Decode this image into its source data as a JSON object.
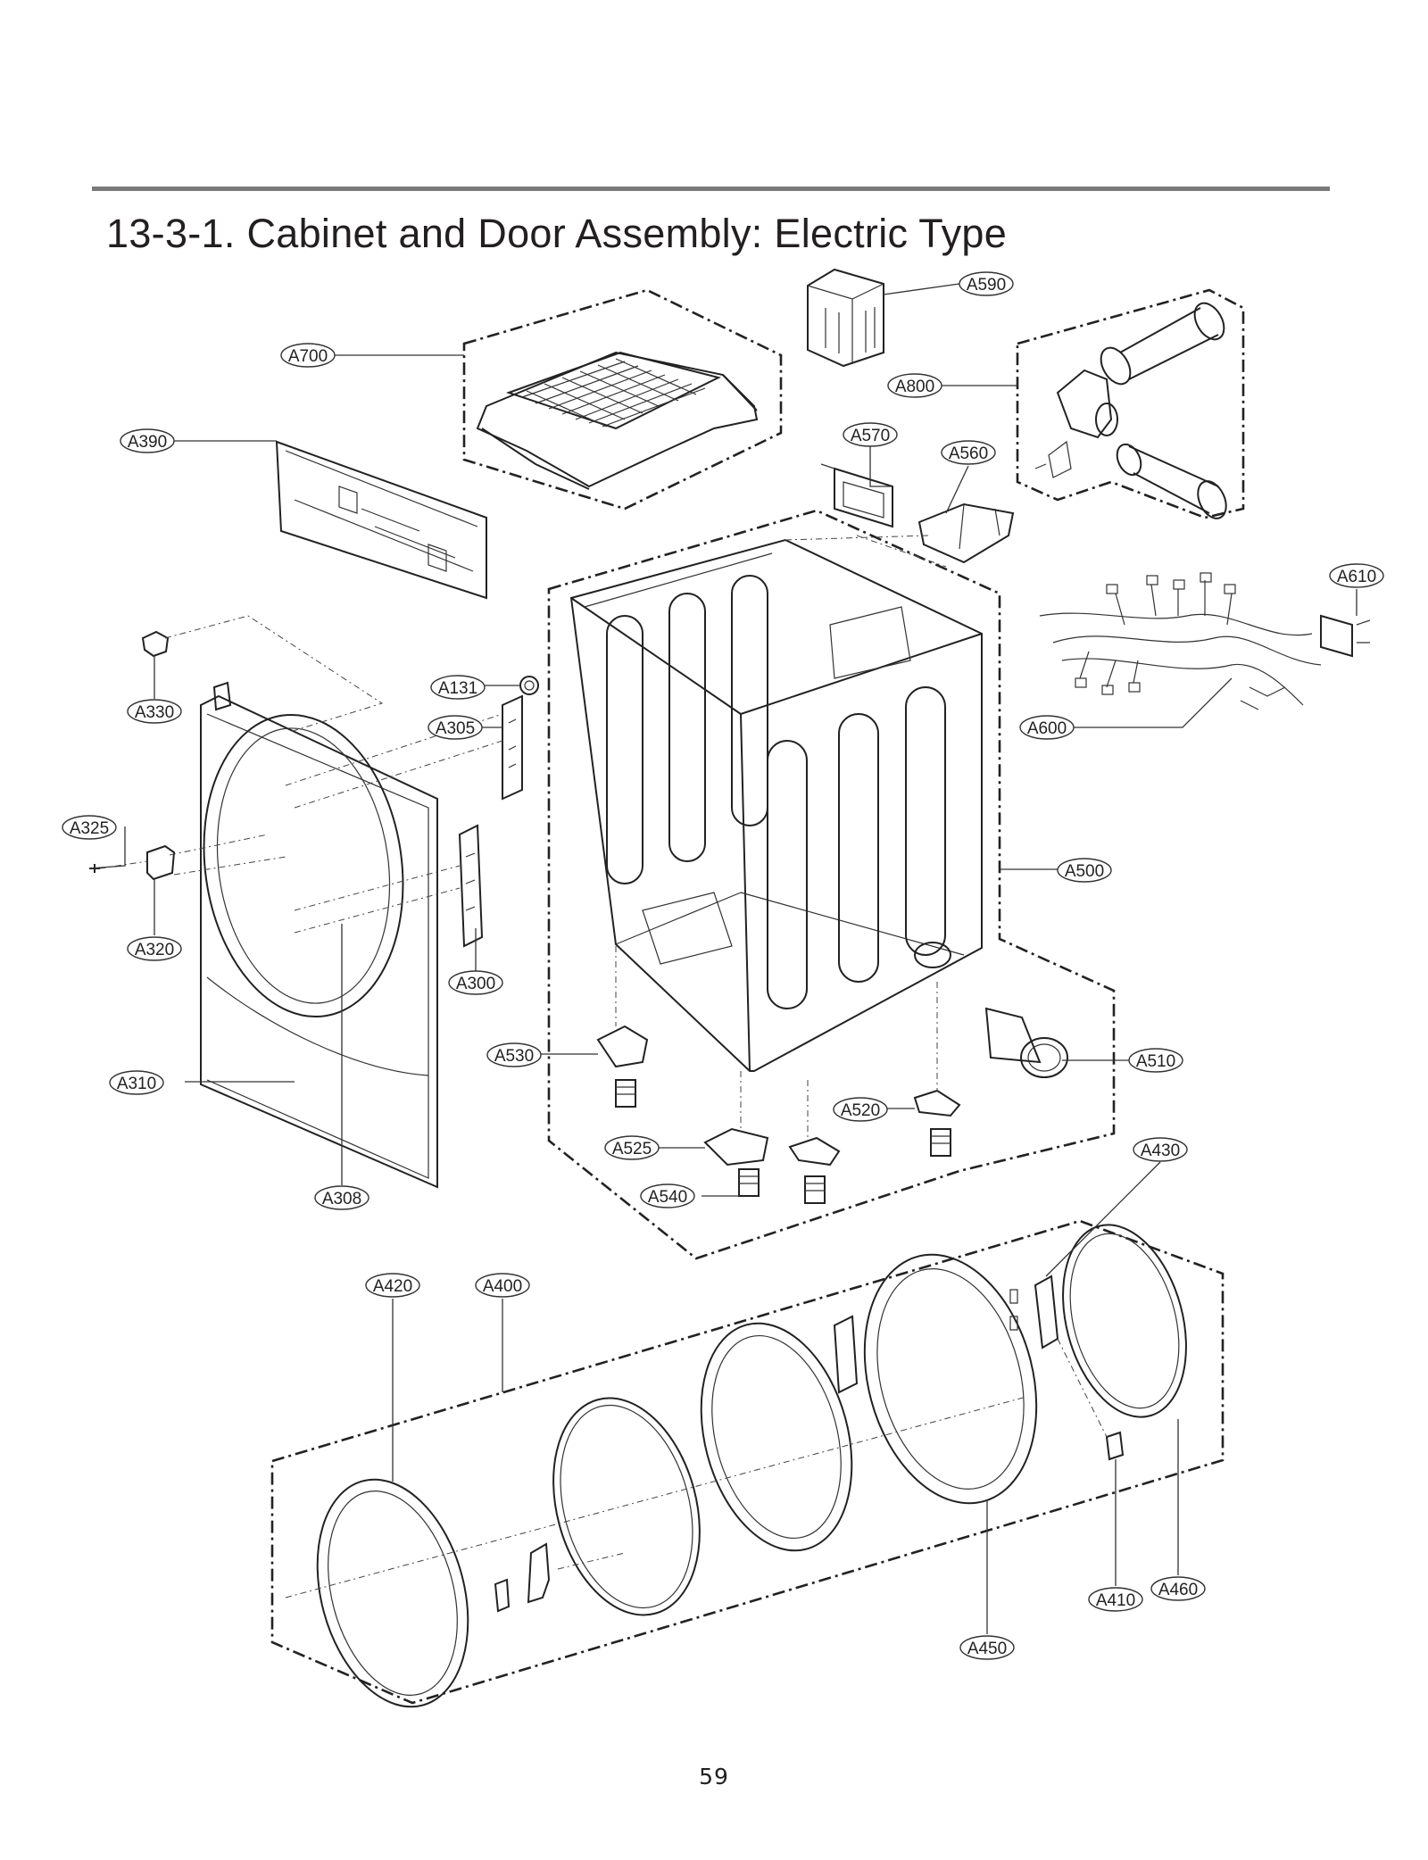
{
  "title": "13-3-1. Cabinet and Door Assembly: Electric Type",
  "page_number": "59",
  "callouts": {
    "A590": "A590",
    "A700": "A700",
    "A800": "A800",
    "A390": "A390",
    "A570": "A570",
    "A560": "A560",
    "A610": "A610",
    "A131": "A131",
    "A330": "A330",
    "A305": "A305",
    "A600": "A600",
    "A325": "A325",
    "A500": "A500",
    "A320": "A320",
    "A300": "A300",
    "A530": "A530",
    "A510": "A510",
    "A310": "A310",
    "A520": "A520",
    "A525": "A525",
    "A430": "A430",
    "A308": "A308",
    "A540": "A540",
    "A420": "A420",
    "A400": "A400",
    "A460": "A460",
    "A410": "A410",
    "A450": "A450"
  }
}
